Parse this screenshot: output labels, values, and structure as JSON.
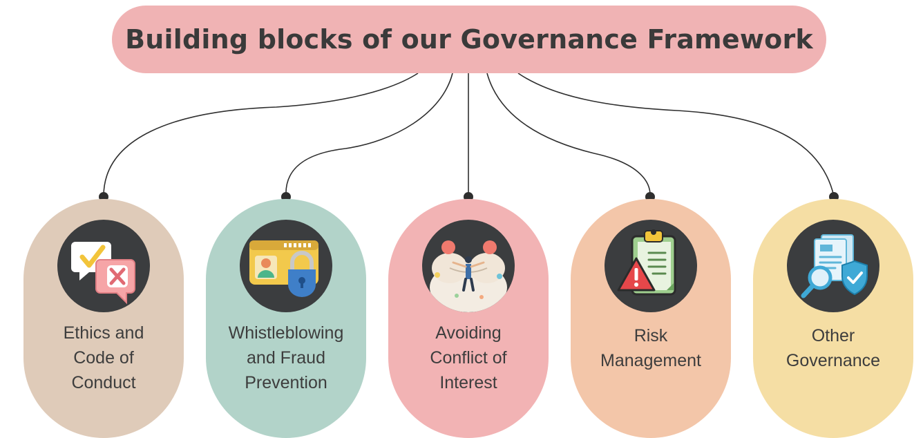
{
  "title": "Building blocks of our Governance Framework",
  "colors": {
    "header": "#f0b3b4",
    "line": "#2e2e2e",
    "icon_bg": "#3b3d3f"
  },
  "blocks": [
    {
      "label": "Ethics and\nCode of\nConduct",
      "icon": "check-cross-speech-icon",
      "color": "#dfcbb9"
    },
    {
      "label": "Whistleblowing\nand Fraud\nPrevention",
      "icon": "id-card-lock-icon",
      "color": "#b2d3c9"
    },
    {
      "label": "Avoiding\nConflict of\nInterest",
      "icon": "person-choosing-paths-icon",
      "color": "#f2b3b4"
    },
    {
      "label": "Risk\nManagement",
      "icon": "warning-clipboard-icon",
      "color": "#f3c6a9"
    },
    {
      "label": "Other\nGovernance",
      "icon": "document-shield-magnifier-icon",
      "color": "#f5dea4"
    }
  ]
}
